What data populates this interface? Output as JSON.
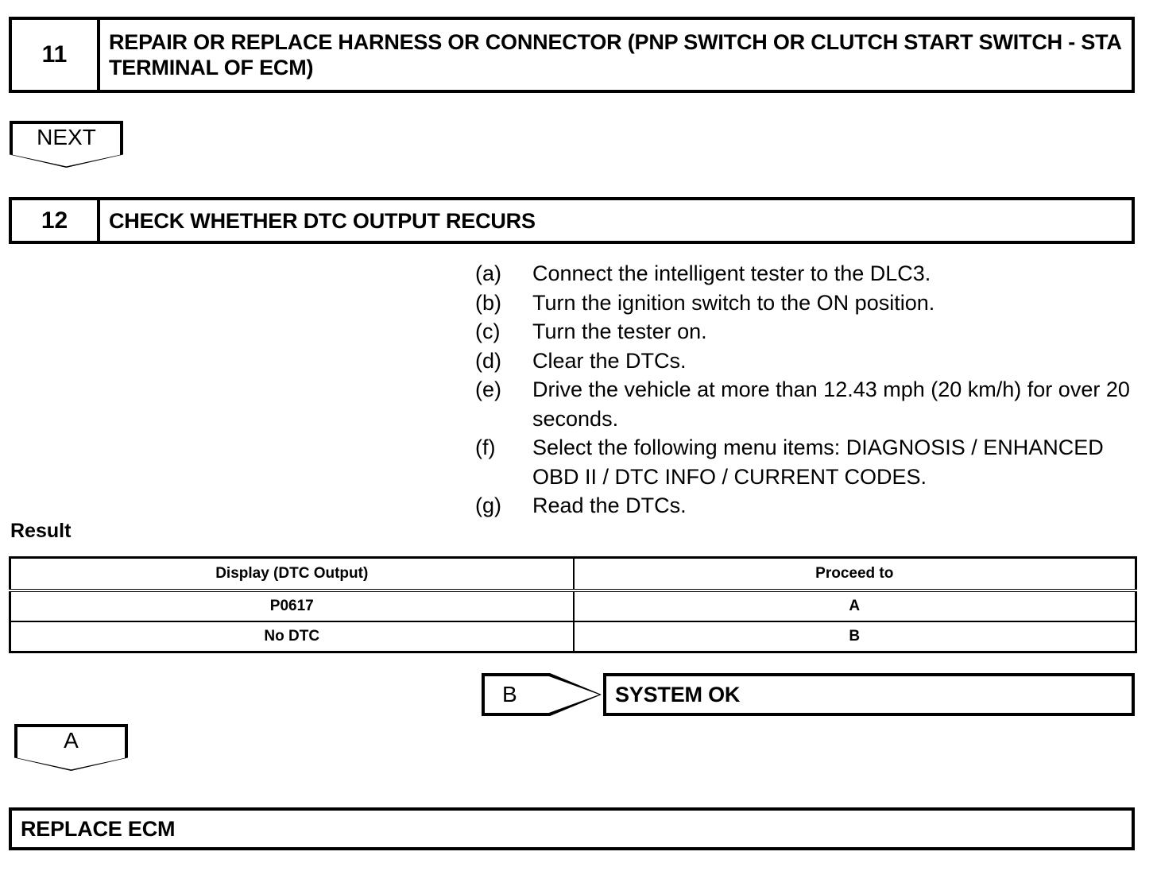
{
  "steps": [
    {
      "number": "11",
      "title": "REPAIR OR REPLACE HARNESS OR CONNECTOR (PNP SWITCH OR CLUTCH START SWITCH - STA TERMINAL OF ECM)"
    },
    {
      "number": "12",
      "title": "CHECK WHETHER DTC OUTPUT RECURS"
    }
  ],
  "connectors": {
    "next": "NEXT",
    "branch_a": "A",
    "branch_b": "B"
  },
  "procedure": [
    {
      "marker": "(a)",
      "text": "Connect the intelligent tester to the DLC3."
    },
    {
      "marker": "(b)",
      "text": "Turn the ignition switch to the ON position."
    },
    {
      "marker": "(c)",
      "text": "Turn the tester on."
    },
    {
      "marker": "(d)",
      "text": "Clear the DTCs."
    },
    {
      "marker": "(e)",
      "text": "Drive the vehicle at more than 12.43 mph (20 km/h) for over 20 seconds."
    },
    {
      "marker": "(f)",
      "text": "Select the following menu items: DIAGNOSIS / ENHANCED OBD II / DTC INFO / CURRENT CODES."
    },
    {
      "marker": "(g)",
      "text": "Read the DTCs."
    }
  ],
  "result": {
    "label": "Result",
    "columns": [
      "Display (DTC Output)",
      "Proceed to"
    ],
    "rows": [
      [
        "P0617",
        "A"
      ],
      [
        "No DTC",
        "B"
      ]
    ]
  },
  "outcomes": {
    "system_ok": "SYSTEM OK",
    "replace_ecm": "REPLACE ECM"
  },
  "colors": {
    "ink": "#000000",
    "paper": "#ffffff"
  }
}
